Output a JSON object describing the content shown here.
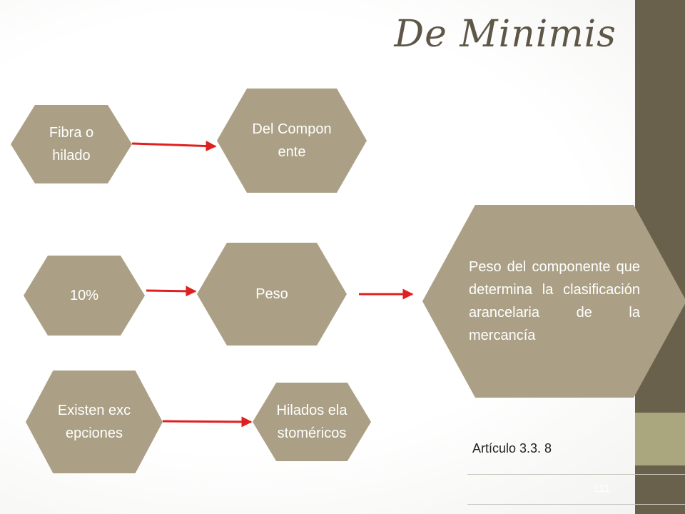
{
  "title": "De Minimis",
  "nodes": {
    "fibra": "Fibra o hilado",
    "componente": "Del Componente",
    "porcentaje": "10%",
    "peso": "Peso",
    "excepciones": "Existen excepciones",
    "hilados": "Hilados elastoméricos",
    "resultado": "Peso del componente que determina la clasificación arancelaria de la mercancía"
  },
  "reference": "Artículo 3.3. 8",
  "page_number": "111",
  "colors": {
    "hexagon": "#aba085",
    "arrow": "#e02020",
    "sidebar_dark": "#6a614d",
    "sidebar_light": "#aaa77f",
    "title": "#5e5647"
  }
}
